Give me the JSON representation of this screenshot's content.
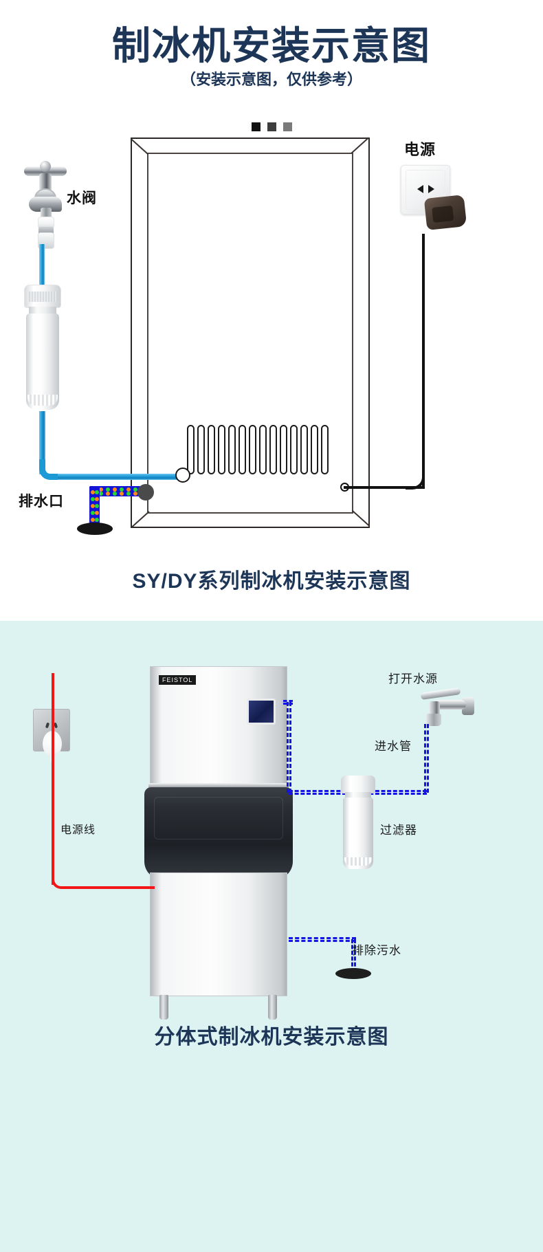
{
  "header": {
    "title": "制冰机安装示意图",
    "subtitle": "（安装示意图，仅供参考）",
    "dots": [
      "dot-black",
      "dot-dark-gray",
      "dot-gray"
    ]
  },
  "diagram1": {
    "caption": "SY/DY系列制冰机安装示意图",
    "labels": {
      "water_valve": "水阀",
      "power": "电源",
      "drain_outlet": "排水口"
    },
    "parts": {
      "faucet": "faucet-icon",
      "filter": "water-filter-icon",
      "socket": "wall-socket-icon",
      "plug": "power-plug-icon",
      "coil": "condenser-coil",
      "inlet_port": "water-inlet-port",
      "drain_port": "drain-port",
      "floor_drain": "floor-drain"
    },
    "colors": {
      "supply_tube": "#1d9ad6",
      "drain_hose": "#1414d8",
      "power_cord": "#121212",
      "outline": "#2b2726"
    }
  },
  "diagram2": {
    "caption": "分体式制冰机安装示意图",
    "background": "#ddf3f2",
    "brand": "FEISTOL",
    "labels": {
      "open_water": "打开水源",
      "inlet_pipe": "进水管",
      "filter": "过滤器",
      "power_cord": "电源线",
      "drain_waste": "排除污水"
    },
    "parts": {
      "machine": "ice-machine",
      "display": "control-display",
      "bin_lid": "ice-bin-lid",
      "socket": "wall-socket-icon",
      "plug": "power-plug-icon",
      "faucet": "faucet-icon",
      "filter": "water-filter-icon",
      "floor_drain": "floor-drain"
    },
    "colors": {
      "water_pipe": "#1414e6",
      "power_cord": "#f21616"
    }
  },
  "theme": {
    "title_color": "#1d3557",
    "caption_color": "#1d3557",
    "label_color": "#111111"
  }
}
